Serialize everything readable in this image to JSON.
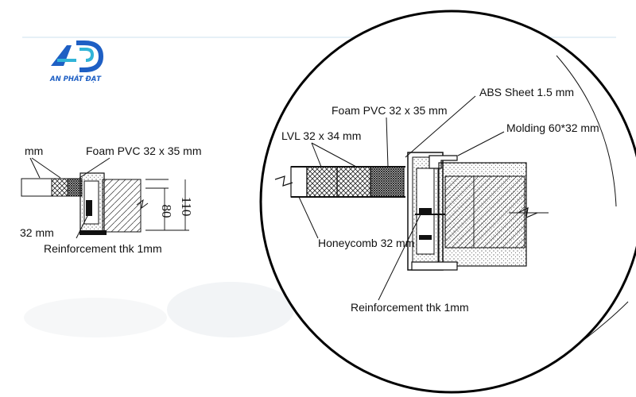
{
  "logo": {
    "monogram": "APD",
    "name": "AN PHÁT ĐẠT",
    "color_primary": "#1e5fc4",
    "color_accent": "#31b4d8"
  },
  "left_detail": {
    "labels": {
      "mm": "mm",
      "foam_pvc": "Foam PVC 32 x 35 mm",
      "size_32": "32 mm",
      "reinforcement": "Reinforcement thk 1mm"
    },
    "dimensions": [
      "80",
      "110"
    ]
  },
  "zoom_detail": {
    "labels": {
      "abs_sheet": "ABS Sheet 1.5 mm",
      "foam_pvc": "Foam PVC 32 x 35 mm",
      "molding": "Molding 60*32 mm",
      "lvl": "LVL 32 x 34 mm",
      "honeycomb": "Honeycomb 32 mm",
      "reinforcement": "Reinforcement thk 1mm"
    }
  },
  "colors": {
    "line": "#111111",
    "hatch": "#222222",
    "divider": "#d8e6f2"
  }
}
